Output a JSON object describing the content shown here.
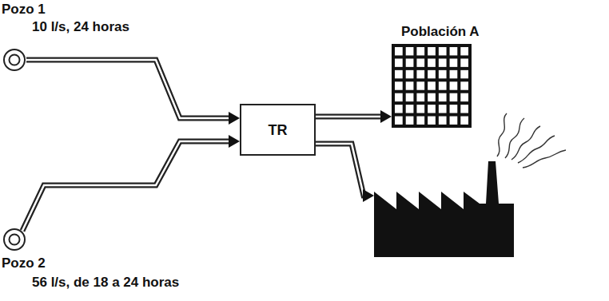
{
  "diagram": {
    "nodes": [
      {
        "text": [
          "Pozo 1",
          "10 l/s, 24 horas"
        ]
      },
      {
        "text": [
          "Población A"
        ]
      },
      {
        "text": [
          "TR"
        ]
      },
      {
        "text": [
          "Pozo 2",
          "56 l/s, de 18 a 24 horas"
        ]
      },
      {
        "text": []
      }
    ],
    "edges": [
      {
        "from": 0,
        "to": 2,
        "arrow": "to"
      },
      {
        "from": 3,
        "to": 2,
        "arrow": "to"
      },
      {
        "from": 2,
        "to": 1,
        "arrow": "to"
      },
      {
        "from": 2,
        "to": 4,
        "arrow": "to"
      }
    ]
  }
}
